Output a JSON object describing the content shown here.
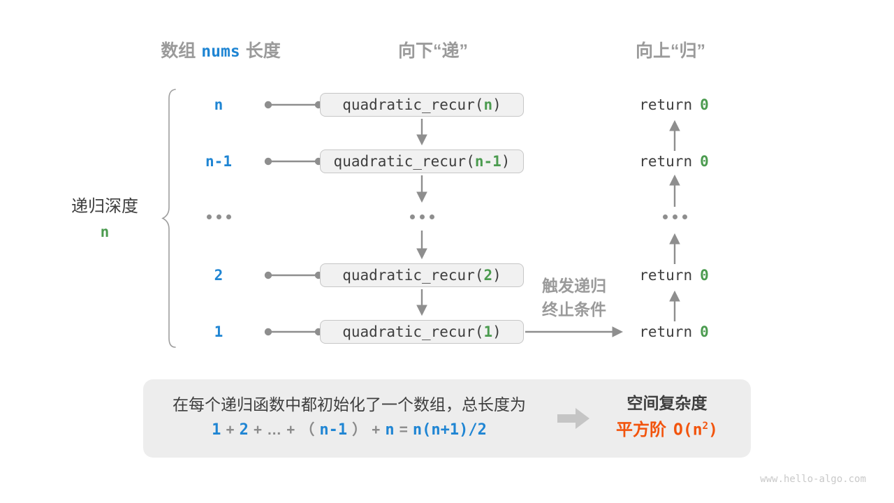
{
  "theme": {
    "blue": "#1f85d3",
    "green": "#4b9b4f",
    "orange": "#f2540d",
    "gray_label": "#9a9a9a",
    "dark_text": "#3e3e3e",
    "arrow_gray": "#8e8e8e",
    "box_fill": "#f1f1f1",
    "box_border": "#c6c6c6",
    "panel_fill": "#ededed",
    "op_gray": "#8a8a8a",
    "block_arrow": "#c5c5c5",
    "watermark_gray": "#c9c9c9"
  },
  "headers": {
    "left_prefix": "数组",
    "left_code": "nums",
    "left_suffix": "长度",
    "middle": "向下“递”",
    "right": "向上“归”"
  },
  "side_label": {
    "title": "递归深度",
    "value": "n"
  },
  "code": {
    "fn_prefix": "quadratic_recur(",
    "fn_suffix": ")",
    "return_keyword": "return",
    "return_value": "0"
  },
  "rows": [
    {
      "depth": "n",
      "arg": "n"
    },
    {
      "depth": "n-1",
      "arg": "n-1"
    },
    {
      "depth": "2",
      "arg": "2"
    },
    {
      "depth": "1",
      "arg": "1"
    }
  ],
  "ellipsis_symbol": "…",
  "trigger_note": {
    "line1": "触发递归",
    "line2": "终止条件"
  },
  "summary": {
    "line1": "在每个递归函数中都初始化了一个数组，总长度为",
    "formula_parts": [
      {
        "t": "1",
        "hl": true
      },
      {
        "t": "+"
      },
      {
        "t": "2",
        "hl": true
      },
      {
        "t": "+"
      },
      {
        "t": "…"
      },
      {
        "t": "+"
      },
      {
        "t": "（"
      },
      {
        "t": "n-1",
        "hl": true
      },
      {
        "t": "）"
      },
      {
        "t": "+"
      },
      {
        "t": "n",
        "hl": true
      },
      {
        "t": "="
      },
      {
        "t": "n(n+1)/2",
        "hl": true
      }
    ],
    "complexity_title": "空间复杂度",
    "complexity_cn": "平方阶",
    "complexity_o_prefix": "O(n",
    "complexity_sup": "2",
    "complexity_o_suffix": ")"
  },
  "watermark": "www.hello-algo.com"
}
